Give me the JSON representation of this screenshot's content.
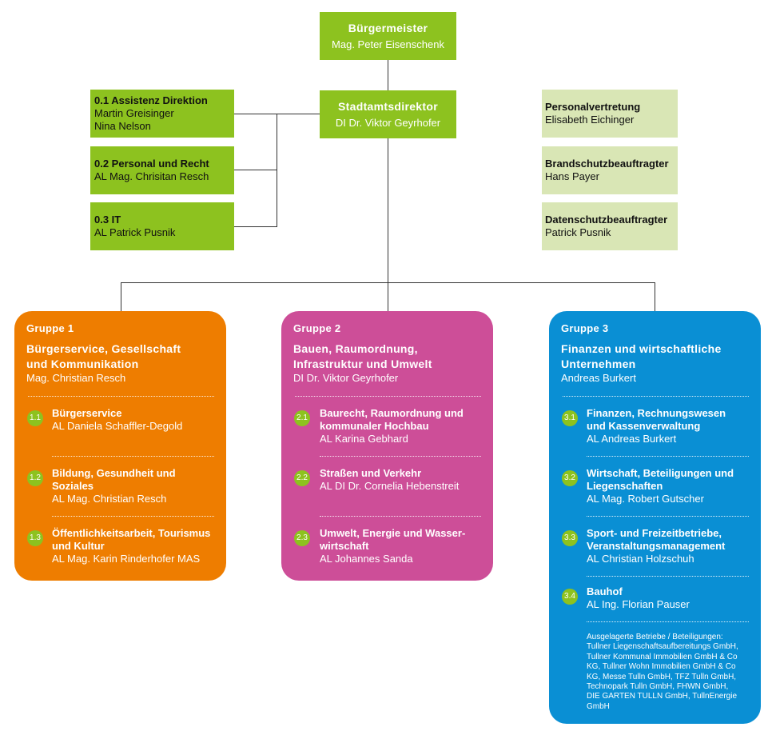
{
  "mayor": {
    "title": "Bürgermeister",
    "name": "Mag. Peter Eisenschenk"
  },
  "director": {
    "title": "Stadtamtsdirektor",
    "name": "DI Dr. Viktor Geyrhofer"
  },
  "staff_units": [
    {
      "title": "0.1 Assistenz Direktion",
      "lines": [
        "Martin Greisinger",
        "Nina Nelson"
      ]
    },
    {
      "title": "0.2 Personal und Recht",
      "lines": [
        "AL Mag. Chrisitan Resch"
      ]
    },
    {
      "title": "0.3 IT",
      "lines": [
        "AL Patrick Pusnik"
      ]
    }
  ],
  "officers": [
    {
      "title": "Personalvertretung",
      "name": "Elisabeth Eichinger"
    },
    {
      "title": "Brandschutzbeauftragter",
      "name": "Hans Payer"
    },
    {
      "title": "Datenschutzbeauftragter",
      "name": "Patrick Pusnik"
    }
  ],
  "groups": [
    {
      "label": "Gruppe 1",
      "title": "Bürgerservice, Gesellschaft und Kommunikation",
      "title_lines": [
        "Bürgerservice, Gesellschaft",
        "und Kommunikation"
      ],
      "lead": "Mag. Christian Resch",
      "color": "#ee7d00",
      "items": [
        {
          "num": "1.1",
          "title_lines": [
            "Bürgerservice"
          ],
          "lead": "AL Daniela Schaffler-Degold"
        },
        {
          "num": "1.2",
          "title_lines": [
            "Bildung, Gesundheit und",
            "Soziales"
          ],
          "lead": "AL Mag. Christian Resch"
        },
        {
          "num": "1.3",
          "title_lines": [
            "Öffentlichkeitsarbeit, Tourismus",
            "und Kultur"
          ],
          "lead": "AL Mag. Karin Rinderhofer MAS"
        }
      ]
    },
    {
      "label": "Gruppe 2",
      "title_lines": [
        "Bauen, Raumordnung,",
        "Infrastruktur und Umwelt"
      ],
      "lead": "DI Dr. Viktor Geyrhofer",
      "color": "#cd4e98",
      "items": [
        {
          "num": "2.1",
          "title_lines": [
            "Baurecht, Raumordnung und",
            "kommunaler Hochbau"
          ],
          "lead": "AL Karina Gebhard"
        },
        {
          "num": "2.2",
          "title_lines": [
            "Straßen und Verkehr"
          ],
          "lead": "AL DI Dr. Cornelia Hebenstreit"
        },
        {
          "num": "2.3",
          "title_lines": [
            "Umwelt, Energie und Wasser-",
            "wirtschaft"
          ],
          "lead": "AL Johannes Sanda"
        }
      ]
    },
    {
      "label": "Gruppe 3",
      "title_lines": [
        "Finanzen und wirtschaftliche",
        "Unternehmen"
      ],
      "lead": "Andreas Burkert",
      "color": "#0a8fd4",
      "items": [
        {
          "num": "3.1",
          "title_lines": [
            "Finanzen, Rechnungswesen",
            "und Kassenverwaltung"
          ],
          "lead": "AL Andreas Burkert"
        },
        {
          "num": "3.2",
          "title_lines": [
            "Wirtschaft, Beteiligungen und",
            "Liegenschaften"
          ],
          "lead": "AL Mag. Robert Gutscher"
        },
        {
          "num": "3.3",
          "title_lines": [
            "Sport- und Freizeitbetriebe,",
            "Veranstaltungsmanagement"
          ],
          "lead": "AL Christian Holzschuh"
        },
        {
          "num": "3.4",
          "title_lines": [
            "Bauhof"
          ],
          "lead": "AL Ing. Florian Pauser"
        }
      ],
      "note": "Ausgelagerte Betriebe / Beteiligungen:\nTullner Liegenschaftsaufbereitungs GmbH,\nTullner Kommunal Immobilien GmbH & Co\nKG, Tullner Wohn Immobilien GmbH & Co\nKG, Messe Tulln GmbH, TFZ Tulln GmbH,\nTechnopark Tulln GmbH, FHWN GmbH,\nDIE GARTEN TULLN GmbH, TullnEnergie\nGmbH"
    }
  ]
}
